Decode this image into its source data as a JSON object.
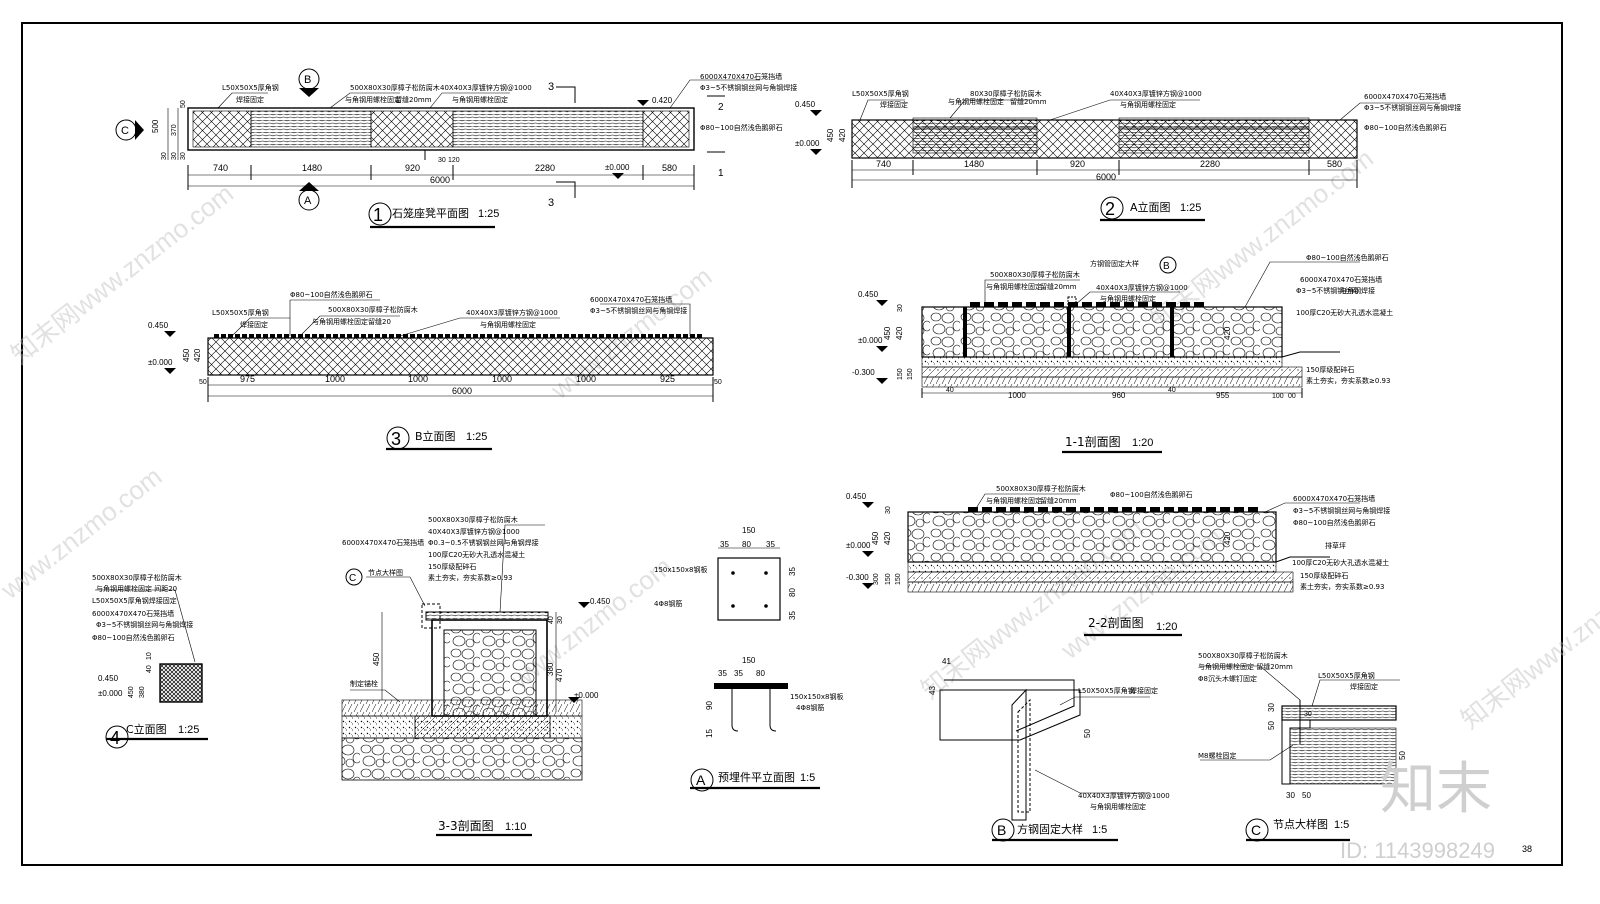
{
  "views": {
    "plan": {
      "num": "1",
      "title": "石笼座凳平面图",
      "scale": "1:25",
      "callouts": [
        "L50X50X5厚角钢",
        "焊接固定",
        "500X80X30厚樟子松防腐木",
        "与角钢用螺栓固定",
        "留缝20mm",
        "40X40X3厚镀锌方钢@1000",
        "与角钢用螺栓固定",
        "6000X470X470石笼挡墙",
        "Φ3~5不锈钢钢丝网与角钢焊接",
        "Φ80~100自然浅色鹅卵石"
      ],
      "dims_bottom": [
        "740",
        "1480",
        "920",
        "2280",
        "580"
      ],
      "dims_small": [
        "30",
        "120"
      ],
      "total": "6000",
      "dims_left": [
        "500",
        "30",
        "370",
        "50",
        "30",
        "30"
      ],
      "elev_top": "0.420",
      "elev_mid": "±0.000",
      "section_marks": [
        "3",
        "3",
        "2",
        "2",
        "1",
        "1"
      ],
      "marks": [
        "B",
        "A",
        "C"
      ]
    },
    "elevA": {
      "num": "2",
      "title": "A立面图",
      "scale": "1:25",
      "callouts": [
        "L50X50X5厚角钢",
        "焊接固定",
        "80X30厚樟子松防腐木",
        "与角钢用螺栓固定",
        "留缝20mm",
        "40X40X3厚镀锌方钢@1000",
        "与角钢用螺栓固定",
        "6000X470X470石笼挡墙",
        "Φ3~5不锈钢钢丝网与角钢焊接",
        "Φ80~100自然浅色鹅卵石"
      ],
      "elevs": [
        "0.450",
        "±0.000"
      ],
      "dims_left": [
        "450",
        "420"
      ],
      "dims_bottom": [
        "740",
        "1480",
        "920",
        "2280",
        "580"
      ],
      "total": "6000"
    },
    "elevB": {
      "num": "3",
      "title": "B立面图",
      "scale": "1:25",
      "callouts": [
        "Φ80~100自然浅色鹅卵石",
        "L50X50X5厚角钢",
        "焊接固定",
        "500X80X30厚樟子松防腐木",
        "与角钢用螺栓固定",
        "留缝20",
        "40X40X3厚镀锌方钢@1000",
        "与角钢用螺栓固定",
        "6000X470X470石笼挡墙",
        "Φ3~5不锈钢钢丝网与角钢焊接"
      ],
      "elevs": [
        "0.450",
        "±0.000"
      ],
      "dims_left": [
        "450",
        "420"
      ],
      "dims_bottom": [
        "50",
        "975",
        "1000",
        "1000",
        "1000",
        "1000",
        "925",
        "50"
      ],
      "total": "6000"
    },
    "sec11": {
      "title": "1-1剖面图",
      "scale": "1:20",
      "callouts": [
        "500X80X30厚樟子松防腐木",
        "与角钢用螺栓固定",
        "留缝20mm",
        "方钢管固定大样",
        "40X40X3厚镀锌方钢@1000",
        "与角钢用螺栓固定",
        "Φ80~100自然浅色鹅卵石",
        "6000X470X470石笼挡墙",
        "Φ3~5不锈钢钢丝网",
        "与角钢焊接",
        "100厚C20无砂大孔透水混凝土",
        "150厚级配碎石",
        "素土夯实，夯实系数≥0.93"
      ],
      "elevs": [
        "0.450",
        "±0.000",
        "-0.300"
      ],
      "dims_left": [
        "30",
        "450",
        "420",
        "150",
        "150"
      ],
      "dims_bottom": [
        "40",
        "1000",
        "960",
        "40",
        "955",
        "100",
        "00"
      ],
      "mark": "B",
      "dim_right": "420"
    },
    "sec22": {
      "title": "2-2剖面图",
      "scale": "1:20",
      "callouts": [
        "500X80X30厚樟子松防腐木",
        "与角钢用螺栓固定",
        "留缝20mm",
        "Φ80~100自然浅色鹅卵石",
        "6000X470X470石笼挡墙",
        "Φ3~5不锈钢钢丝网与角钢焊接",
        "Φ80~100自然浅色鹅卵石",
        "排草坪",
        "100厚C20无砂大孔透水混凝土",
        "150厚级配碎石",
        "素土夯实，夯实系数≥0.93"
      ],
      "elevs": [
        "0.450",
        "±0.000",
        "-0.300"
      ],
      "dims_left": [
        "30",
        "450",
        "420",
        "300",
        "150",
        "150"
      ],
      "dim_right": "420"
    },
    "elevC": {
      "num": "4",
      "title": "C立面图",
      "scale": "1:25",
      "callouts": [
        "500X80X30厚樟子松防腐木",
        "与角钢用螺栓固定    间距20",
        "L50X50X5厚角钢焊接固定",
        "6000X470X470石笼挡墙",
        "Φ3~5不锈钢钢丝网与角钢焊接",
        "Φ80~100自然浅色鹅卵石"
      ],
      "elevs": [
        "0.450",
        "±0.000"
      ],
      "dims_left": [
        "450",
        "380"
      ],
      "dims_right": [
        "40",
        "10"
      ]
    },
    "sec33": {
      "title": "3-3剖面图",
      "scale": "1:10",
      "callouts": [
        "500X80X30厚樟子松防腐木",
        "40X40X3厚镀锌方钢@1000",
        "6000X470X470石笼挡墙",
        "Φ0.3~0.5不锈钢钢丝网与角钢焊接",
        "100厚C20无砂大孔透水混凝土",
        "150厚级配碎石",
        "素土夯实，夯实系数≥0.93",
        "节点大样图",
        "制定锚栓"
      ],
      "elevs": [
        "0.450",
        "±0.000"
      ],
      "dims": [
        "450",
        "470",
        "380",
        "40",
        "30"
      ],
      "mark": "C"
    },
    "embed": {
      "num": "A",
      "title": "预埋件平立面图",
      "scale": "1:5",
      "plan_dims_top": [
        "150",
        "35",
        "80",
        "35"
      ],
      "plan_dims_right": [
        "35",
        "80",
        "35"
      ],
      "plan_labels": [
        "150x150x8钢板",
        "4Φ8钢筋"
      ],
      "elev_dims_top": [
        "150",
        "35",
        "35",
        "80"
      ],
      "elev_dims_left": [
        "90",
        "15"
      ],
      "elev_labels": [
        "150x150x8钢板",
        "4Φ8钢筋"
      ]
    },
    "detailB": {
      "num": "B",
      "title": "方钢固定大样",
      "scale": "1:5",
      "dims": [
        "41",
        "43",
        "50"
      ],
      "callouts": [
        "L50X50X5厚角钢",
        "焊接固定",
        "40X40X3厚镀锌方钢@1000",
        "与角钢用螺栓固定"
      ]
    },
    "detailC": {
      "num": "C",
      "title": "节点大样图",
      "scale": "1:5",
      "callouts": [
        "500X80X30厚樟子松防腐木",
        "与角钢用螺栓固定  留缝20mm",
        "Φ8沉头木螺钉固定",
        "L50X50X5厚角钢",
        "焊接固定",
        "M8螺栓固定"
      ],
      "dims": [
        "50",
        "30",
        "30",
        "50",
        "30",
        "50"
      ]
    }
  },
  "watermarks": [
    "www.znzmo.com",
    "知末网www.znzmo.com"
  ],
  "brand": "知末",
  "id_text": "ID: 1143998249",
  "page_num": "38"
}
